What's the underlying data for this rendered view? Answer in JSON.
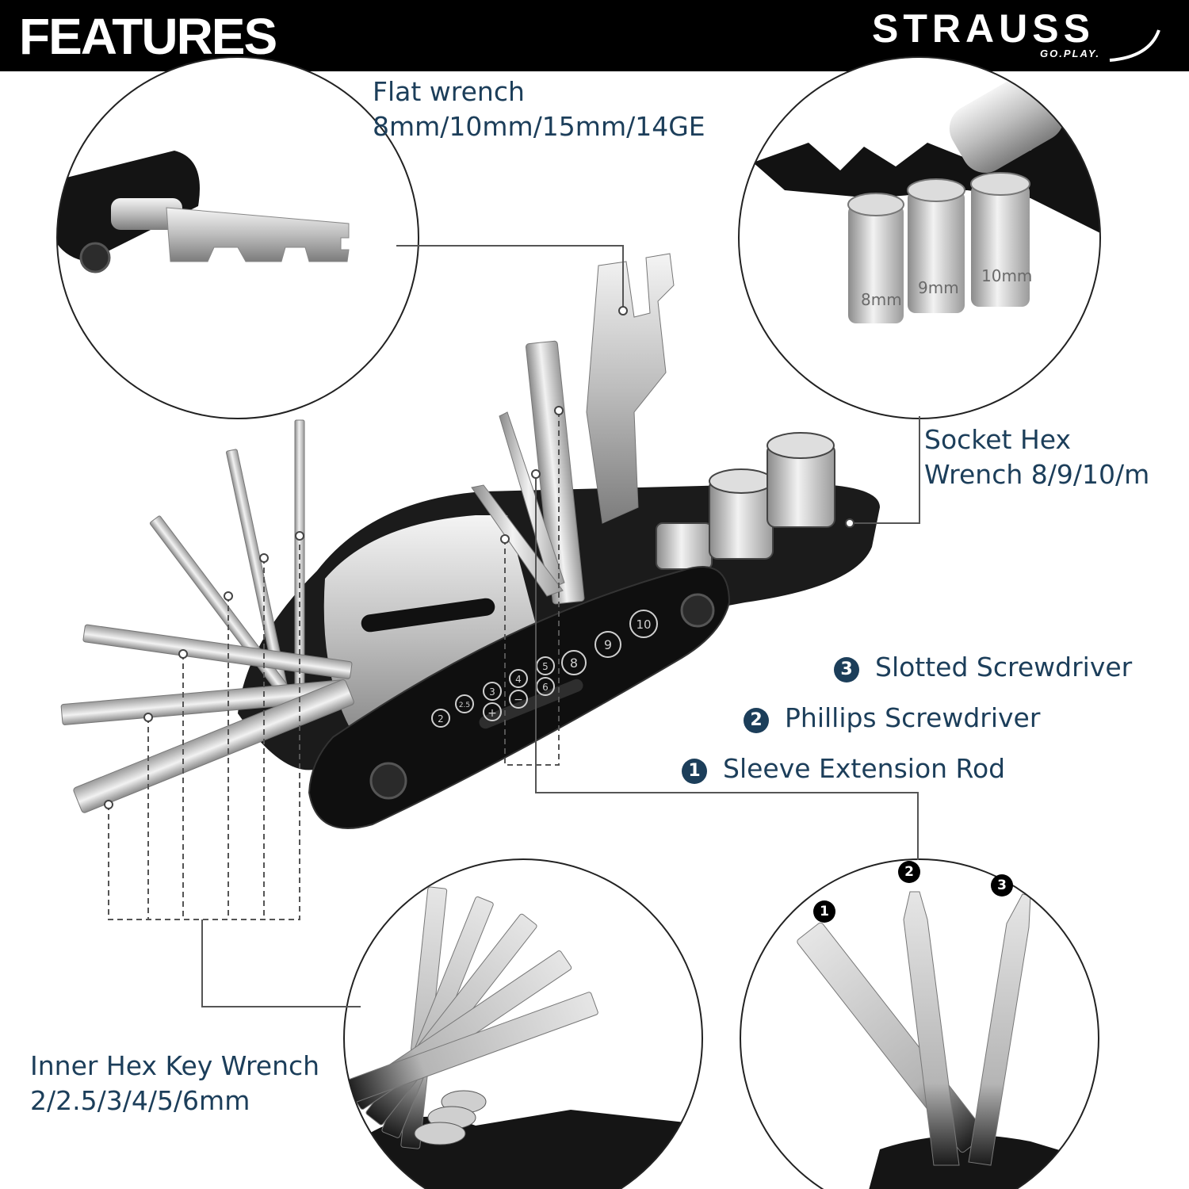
{
  "header": {
    "title": "FEATURES",
    "brand_name": "STRAUSS",
    "brand_tagline": "GO.PLAY."
  },
  "labels": {
    "flat_wrench": {
      "line1": "Flat wrench",
      "line2": "8mm/10mm/15mm/14GE"
    },
    "socket_hex": {
      "line1": "Socket Hex",
      "line2": "Wrench 8/9/10/m"
    },
    "inner_hex": {
      "line1": "Inner Hex Key Wrench",
      "line2": "2/2.5/3/4/5/6mm"
    }
  },
  "tools": [
    {
      "number": "3",
      "label": "Slotted Screwdriver"
    },
    {
      "number": "2",
      "label": "Phillips Screwdriver"
    },
    {
      "number": "1",
      "label": "Sleeve Extension Rod"
    }
  ],
  "tool_plate_markings": [
    "2",
    "2.5",
    "3",
    "4",
    "5",
    "6",
    "8",
    "9",
    "10",
    "+",
    "−"
  ],
  "socket_markings": [
    "8mm",
    "9mm",
    "10mm"
  ],
  "callout_numbers": [
    "1",
    "2",
    "3"
  ],
  "colors": {
    "header_bg": "#000000",
    "label_text": "#1c3e5a",
    "badge_bg": "#1c3e5a",
    "tool_body": "#1a1a1a",
    "steel": "#c8c8c8"
  }
}
